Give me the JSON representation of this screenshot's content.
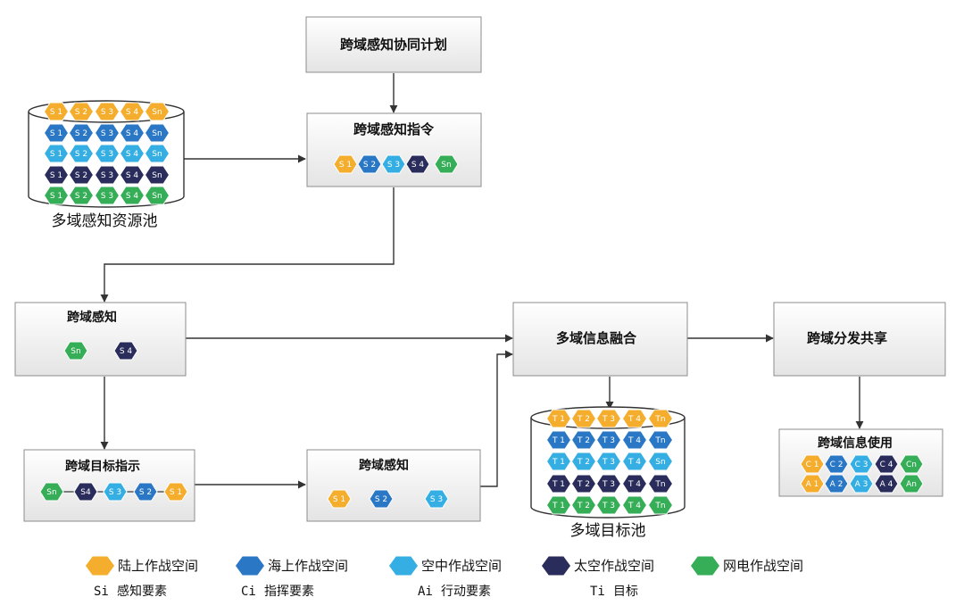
{
  "colors": {
    "land": "#f4ad2c",
    "sea": "#2a77c6",
    "air": "#35afe3",
    "space": "#2a2c5b",
    "cyber": "#36ad57"
  },
  "boxes": {
    "plan": {
      "title": "跨域感知协同计划"
    },
    "command": {
      "title": "跨域感知指令",
      "hexes": [
        {
          "label": "S 1",
          "space": "land"
        },
        {
          "label": "S 2",
          "space": "sea"
        },
        {
          "label": "S 3",
          "space": "air"
        },
        {
          "label": "S 4",
          "space": "space"
        },
        {
          "label": "Sn",
          "space": "cyber"
        }
      ]
    },
    "sense1": {
      "title": "跨域感知",
      "hexes": [
        {
          "label": "Sn",
          "space": "cyber"
        },
        {
          "label": "S 4",
          "space": "space"
        }
      ]
    },
    "target_ind": {
      "title": "跨域目标指示",
      "hexes": [
        {
          "label": "Sn",
          "space": "cyber"
        },
        {
          "label": "S4",
          "space": "space"
        },
        {
          "label": "S 3",
          "space": "air"
        },
        {
          "label": "S 2",
          "space": "sea"
        },
        {
          "label": "S 1",
          "space": "land"
        }
      ]
    },
    "sense2": {
      "title": "跨域感知",
      "hexes": [
        {
          "label": "S 1",
          "space": "land"
        },
        {
          "label": "S 2",
          "space": "sea"
        },
        {
          "label": "S 3",
          "space": "air"
        }
      ]
    },
    "fusion": {
      "title": "多域信息融合"
    },
    "share": {
      "title": "跨域分发共享"
    },
    "use": {
      "title": "跨域信息使用",
      "rows": [
        [
          {
            "label": "C 1",
            "space": "land"
          },
          {
            "label": "C 2",
            "space": "sea"
          },
          {
            "label": "C 3",
            "space": "air"
          },
          {
            "label": "C 4",
            "space": "space"
          },
          {
            "label": "Cn",
            "space": "cyber"
          }
        ],
        [
          {
            "label": "A 1",
            "space": "land"
          },
          {
            "label": "A 2",
            "space": "sea"
          },
          {
            "label": "A 3",
            "space": "air"
          },
          {
            "label": "A 4",
            "space": "space"
          },
          {
            "label": "An",
            "space": "cyber"
          }
        ]
      ]
    }
  },
  "pools": {
    "resource": {
      "caption": "多域感知资源池",
      "rows": [
        {
          "space": "land",
          "labels": [
            "S 1",
            "S 2",
            "S 3",
            "S 4",
            "Sn"
          ]
        },
        {
          "space": "sea",
          "labels": [
            "S 1",
            "S 2",
            "S 3",
            "S 4",
            "Sn"
          ]
        },
        {
          "space": "air",
          "labels": [
            "S 1",
            "S 2",
            "S 3",
            "S 4",
            "Sn"
          ]
        },
        {
          "space": "space",
          "labels": [
            "S 1",
            "S 2",
            "S 3",
            "S 4",
            "Sn"
          ]
        },
        {
          "space": "cyber",
          "labels": [
            "S 1",
            "S 2",
            "S 3",
            "S 4",
            "Sn"
          ]
        }
      ]
    },
    "target": {
      "caption": "多域目标池",
      "rows": [
        {
          "space": "land",
          "labels": [
            "T 1",
            "T 2",
            "T 3",
            "T 4",
            "Tn"
          ]
        },
        {
          "space": "sea",
          "labels": [
            "T 1",
            "T 2",
            "T 3",
            "T 4",
            "Tn"
          ]
        },
        {
          "space": "air",
          "labels": [
            "T 1",
            "T 2",
            "T 3",
            "T 4",
            "Sn"
          ]
        },
        {
          "space": "space",
          "labels": [
            "T 1",
            "T 2",
            "T 3",
            "T 4",
            "Tn"
          ]
        },
        {
          "space": "cyber",
          "labels": [
            "T 1",
            "T 2",
            "T 3",
            "T 4",
            "Tn"
          ]
        }
      ]
    }
  },
  "legend": [
    {
      "space": "land",
      "label": "陆上作战空间"
    },
    {
      "space": "sea",
      "label": "海上作战空间"
    },
    {
      "space": "air",
      "label": "空中作战空间"
    },
    {
      "space": "space",
      "label": "太空作战空间"
    },
    {
      "space": "cyber",
      "label": "网电作战空间"
    }
  ],
  "definitions": [
    {
      "code": "Si",
      "name": "感知要素"
    },
    {
      "code": "Ci",
      "name": "指挥要素"
    },
    {
      "code": "Ai",
      "name": "行动要素"
    },
    {
      "code": "Ti",
      "name": "目标"
    }
  ]
}
